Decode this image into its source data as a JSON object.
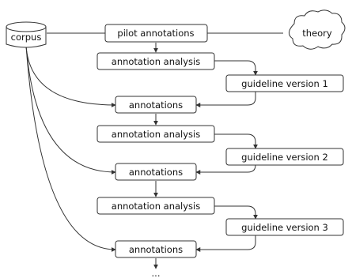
{
  "diagram": {
    "corpus_label": "corpus",
    "theory_label": "theory",
    "pilot_label": "pilot annotations",
    "rows": [
      {
        "analysis": "annotation analysis",
        "guideline": "guideline version 1",
        "annotations": "annotations"
      },
      {
        "analysis": "annotation analysis",
        "guideline": "guideline version 2",
        "annotations": "annotations"
      },
      {
        "analysis": "annotation analysis",
        "guideline": "guideline version 3",
        "annotations": "annotations"
      }
    ],
    "continuation_label": "..."
  }
}
